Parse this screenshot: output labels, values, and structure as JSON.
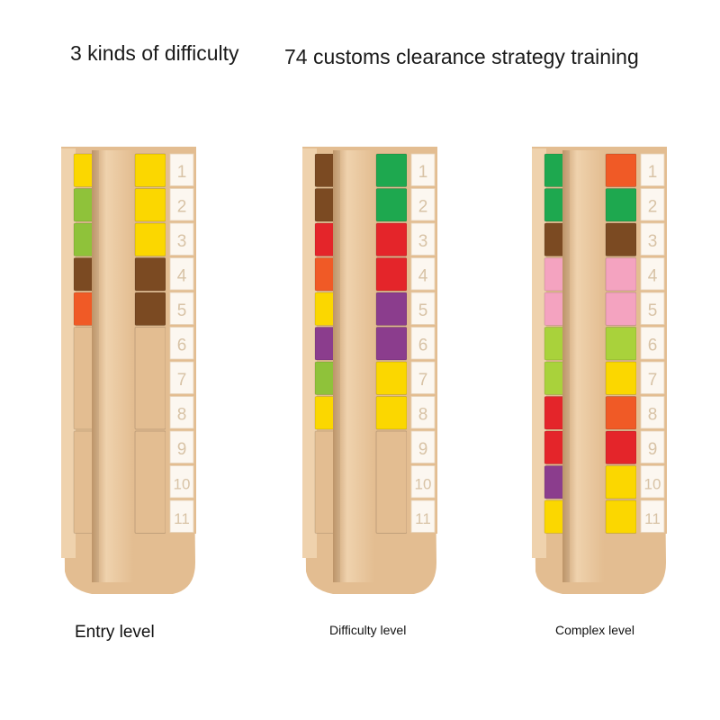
{
  "headings": {
    "left": "3 kinds of difficulty",
    "right": "74 customs clearance strategy training"
  },
  "captions": [
    "Entry level",
    "Difficulty level",
    "Complex level"
  ],
  "number_labels": [
    "1",
    "2",
    "3",
    "4",
    "5",
    "6",
    "7",
    "8",
    "9",
    "10",
    "11"
  ],
  "colors": {
    "wood_light": "#efd2ad",
    "wood_mid": "#e3bd91",
    "wood_dark": "#c99e70",
    "yellow": "#fbd700",
    "green_lime": "#8fc23a",
    "green": "#1ea84f",
    "brown": "#7b4a22",
    "red": "#e4252a",
    "orange": "#f05a26",
    "purple": "#8b3d8d",
    "pink": "#f4a3c0",
    "lime": "#a9d23b",
    "number_tile": "#fcf7f0"
  },
  "puzzles": [
    {
      "name": "Entry level",
      "left_blocks": [
        {
          "color": "yellow",
          "span": 1
        },
        {
          "color": "green_lime",
          "span": 1
        },
        {
          "color": "green_lime",
          "span": 1
        },
        {
          "color": "brown",
          "span": 1
        },
        {
          "color": "orange",
          "span": 1
        },
        {
          "color": "wood_mid",
          "span": 3
        },
        {
          "color": "wood_mid",
          "span": 3
        }
      ],
      "right_blocks": [
        {
          "color": "yellow",
          "span": 1
        },
        {
          "color": "yellow",
          "span": 1
        },
        {
          "color": "yellow",
          "span": 1
        },
        {
          "color": "brown",
          "span": 1
        },
        {
          "color": "brown",
          "span": 1
        },
        {
          "color": "wood_mid",
          "span": 3
        },
        {
          "color": "wood_mid",
          "span": 3
        }
      ]
    },
    {
      "name": "Difficulty level",
      "left_blocks": [
        {
          "color": "brown",
          "span": 1
        },
        {
          "color": "brown",
          "span": 1
        },
        {
          "color": "red",
          "span": 1
        },
        {
          "color": "orange",
          "span": 1
        },
        {
          "color": "yellow",
          "span": 1
        },
        {
          "color": "purple",
          "span": 1
        },
        {
          "color": "green_lime",
          "span": 1
        },
        {
          "color": "yellow",
          "span": 1
        },
        {
          "color": "wood_mid",
          "span": 3
        }
      ],
      "right_blocks": [
        {
          "color": "green",
          "span": 1
        },
        {
          "color": "green",
          "span": 1
        },
        {
          "color": "red",
          "span": 1
        },
        {
          "color": "red",
          "span": 1
        },
        {
          "color": "purple",
          "span": 1
        },
        {
          "color": "purple",
          "span": 1
        },
        {
          "color": "yellow",
          "span": 1
        },
        {
          "color": "yellow",
          "span": 1
        },
        {
          "color": "wood_mid",
          "span": 3
        }
      ]
    },
    {
      "name": "Complex level",
      "left_blocks": [
        {
          "color": "green",
          "span": 1
        },
        {
          "color": "green",
          "span": 1
        },
        {
          "color": "brown",
          "span": 1
        },
        {
          "color": "pink",
          "span": 1
        },
        {
          "color": "pink",
          "span": 1
        },
        {
          "color": "lime",
          "span": 1
        },
        {
          "color": "lime",
          "span": 1
        },
        {
          "color": "red",
          "span": 1
        },
        {
          "color": "red",
          "span": 1
        },
        {
          "color": "purple",
          "span": 1
        },
        {
          "color": "yellow",
          "span": 1
        }
      ],
      "right_blocks": [
        {
          "color": "orange",
          "span": 1
        },
        {
          "color": "green",
          "span": 1
        },
        {
          "color": "brown",
          "span": 1
        },
        {
          "color": "pink",
          "span": 1
        },
        {
          "color": "pink",
          "span": 1
        },
        {
          "color": "lime",
          "span": 1
        },
        {
          "color": "yellow",
          "span": 1
        },
        {
          "color": "orange",
          "span": 1
        },
        {
          "color": "red",
          "span": 1
        },
        {
          "color": "yellow",
          "span": 1
        },
        {
          "color": "yellow",
          "span": 1
        }
      ]
    }
  ]
}
